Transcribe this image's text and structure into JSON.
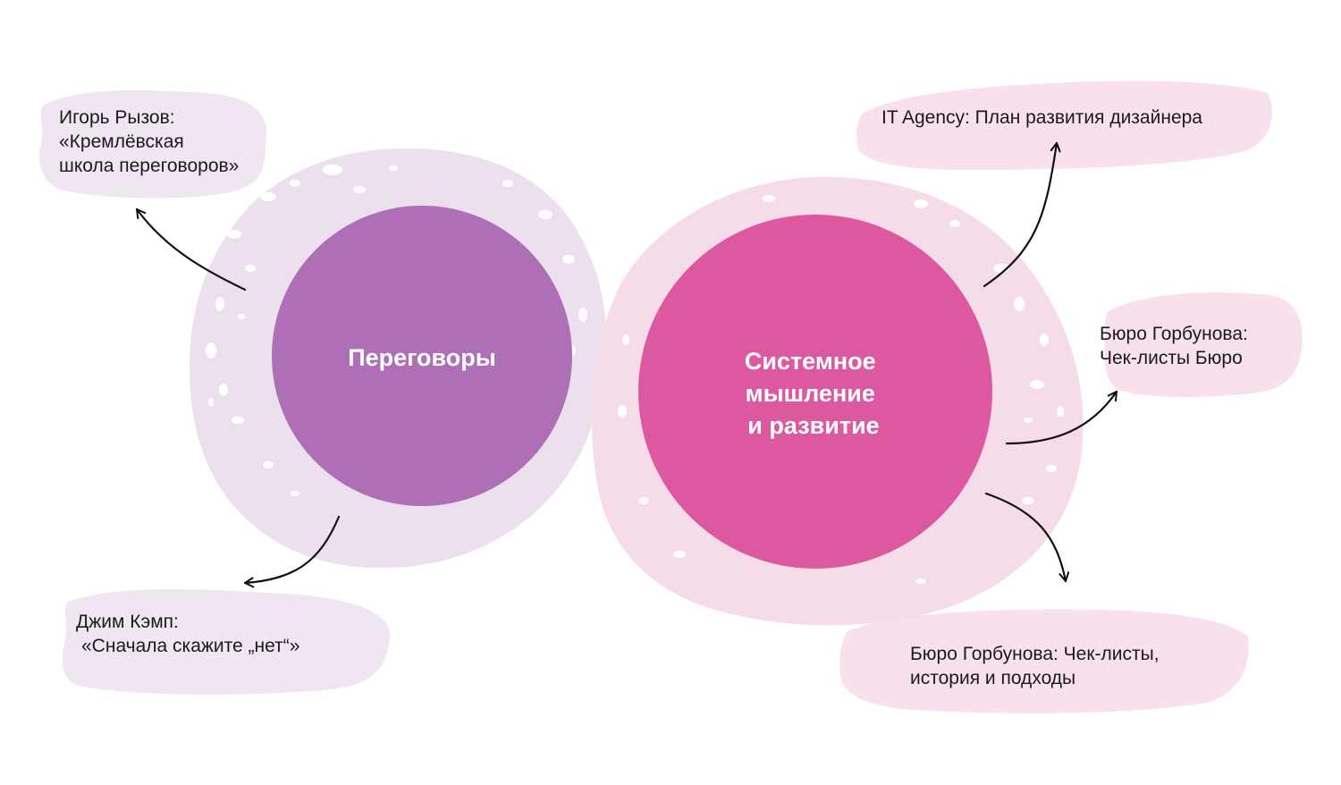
{
  "colors": {
    "negotiations_node": "#af6fb7",
    "systems_node": "#dc589f",
    "purple_halo": "#ece0ee",
    "pink_halo": "#f6dbe8",
    "purple_brush": "#f0e6f2",
    "pink_brush": "#f8e1ec",
    "arrow": "#111111",
    "text": "#1a1a1a"
  },
  "nodes": {
    "negotiations": {
      "label_lines": [
        "Переговоры"
      ]
    },
    "systems": {
      "label_lines": [
        "Системное",
        "мышление",
        "и развитие"
      ]
    }
  },
  "references": {
    "ryzov": {
      "lines": [
        "Игорь Рызов:",
        "«Кремлёвская",
        "школа переговоров»"
      ]
    },
    "camp": {
      "lines": [
        "Джим Кэмп:",
        "«Сначала скажите „нет“»"
      ]
    },
    "it_agency": {
      "lines": [
        "IT Agency: План развития дизайнера"
      ]
    },
    "gorbunov_checklists": {
      "lines": [
        "Бюро Горбунова:",
        "Чек-листы Бюро"
      ]
    },
    "gorbunov_history": {
      "lines": [
        "Бюро Горбунова: Чек-листы,",
        "история и подходы"
      ]
    }
  }
}
